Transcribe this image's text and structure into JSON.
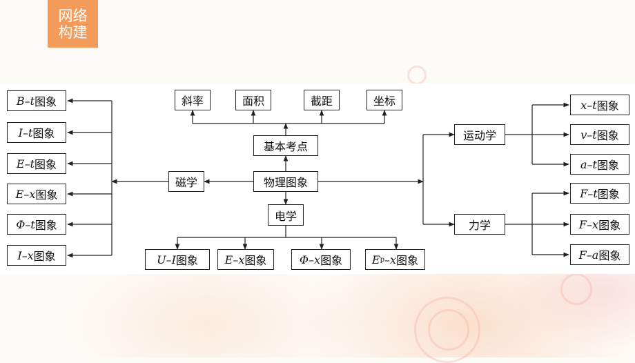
{
  "badge": {
    "line1": "网络",
    "line2": "构建"
  },
  "center": {
    "root": "物理图象",
    "basic": "基本考点",
    "basic_items": [
      "斜率",
      "面积",
      "截距",
      "坐标"
    ],
    "magnetism": "磁学",
    "electricity": "电学"
  },
  "magnetism_items": [
    {
      "a": "B",
      "b": "t",
      "suffix": "图象"
    },
    {
      "a": "I",
      "b": "t",
      "suffix": "图象"
    },
    {
      "a": "E",
      "b": "t",
      "suffix": "图象"
    },
    {
      "a": "E",
      "b": "x",
      "suffix": "图象"
    },
    {
      "a": "Φ",
      "b": "t",
      "suffix": "图象"
    },
    {
      "a": "I",
      "b": "x",
      "suffix": "图象"
    }
  ],
  "electricity_items": [
    {
      "a": "U",
      "b": "I",
      "suffix": "图象"
    },
    {
      "a": "E",
      "b": "x",
      "suffix": "图象"
    },
    {
      "a": "Φ",
      "b": "x",
      "suffix": "图象"
    },
    {
      "a": "E",
      "sub": "p",
      "b": "x",
      "suffix": "图象"
    }
  ],
  "mechanics": {
    "motion": "运动学",
    "force": "力学",
    "motion_items": [
      {
        "a": "x",
        "b": "t",
        "suffix": "图象"
      },
      {
        "a": "v",
        "b": "t",
        "suffix": "图象"
      },
      {
        "a": "a",
        "b": "t",
        "suffix": "图象"
      }
    ],
    "force_items": [
      {
        "a": "F",
        "b": "t",
        "suffix": "图象"
      },
      {
        "a": "F",
        "b": "x",
        "suffix": "图象"
      },
      {
        "a": "F",
        "b": "a",
        "suffix": "图象"
      }
    ]
  },
  "colors": {
    "badge": "#f39b5a",
    "line": "#222222"
  }
}
